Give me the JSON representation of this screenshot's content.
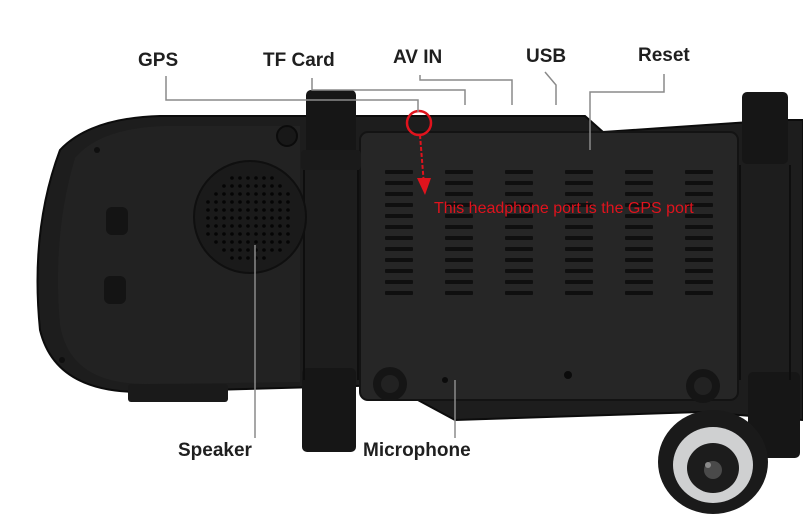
{
  "labels": {
    "gps": "GPS",
    "tf_card": "TF Card",
    "av_in": "AV IN",
    "usb": "USB",
    "reset": "Reset",
    "speaker": "Speaker",
    "microphone": "Microphone"
  },
  "annotation": {
    "gps_port_note": "This headphone port is the GPS port"
  },
  "colors": {
    "device_body": "#1e1e1e",
    "annotation_red": "#e0131d",
    "label_text": "#1f1f1f",
    "leader_line": "#8a8a8a"
  }
}
